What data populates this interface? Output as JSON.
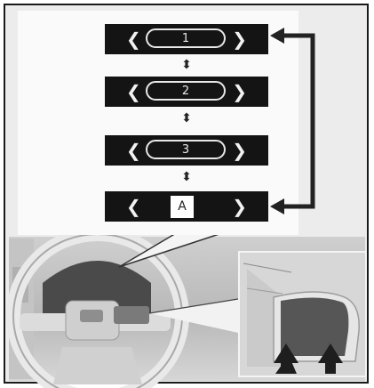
{
  "display_modes": [
    {
      "label": "1",
      "style": "pill"
    },
    {
      "label": "2",
      "style": "pill"
    },
    {
      "label": "3",
      "style": "pill"
    },
    {
      "label": "A",
      "style": "box"
    }
  ],
  "arrow_left": "❮",
  "arrow_right": "❯",
  "colors": {
    "screen": "#141414",
    "connector": "#222222",
    "dashboard": "#4a4a4a",
    "background": "#ececec"
  }
}
